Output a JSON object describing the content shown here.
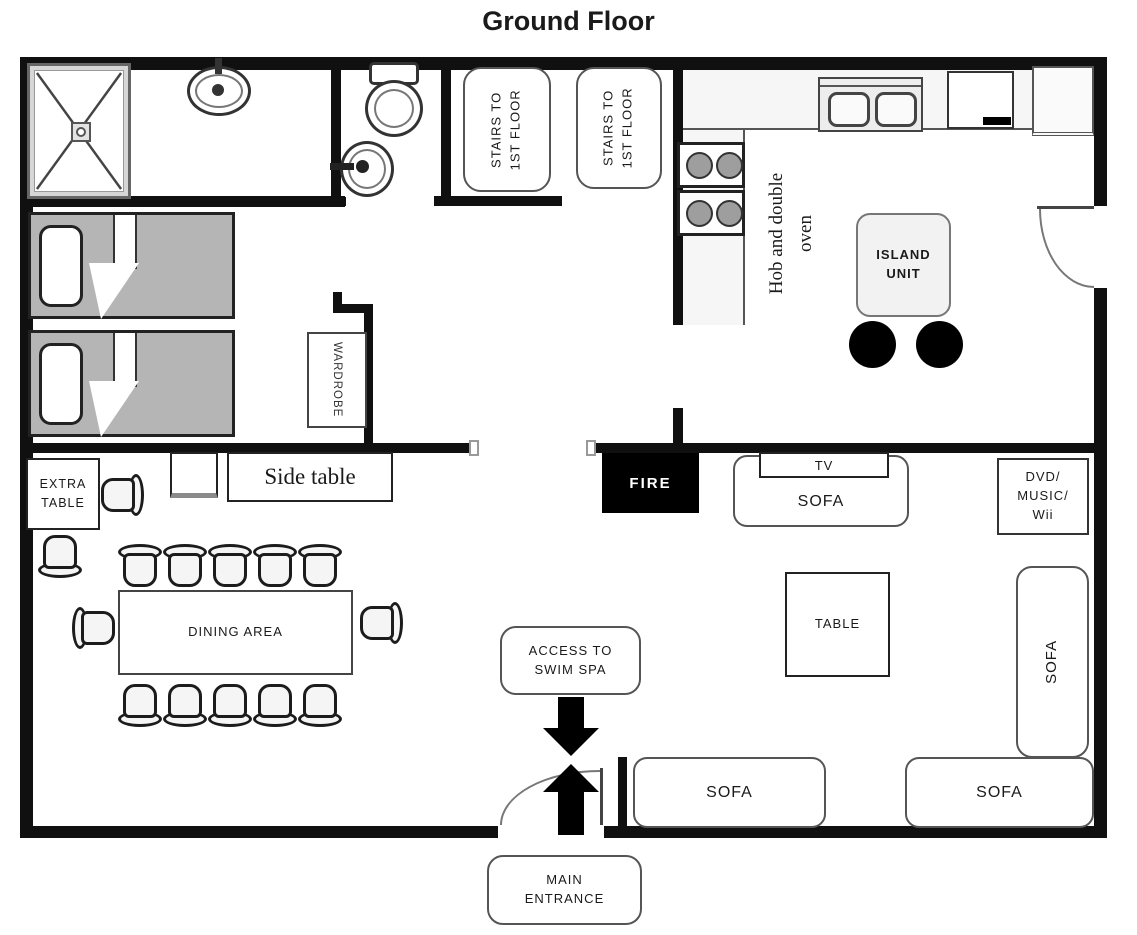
{
  "title": "Ground Floor",
  "stairs": {
    "line1": "STAIRS TO",
    "line2": "1ST FLOOR"
  },
  "kitchen": {
    "hob_line1": "Hob and double",
    "hob_line2": "oven",
    "island_line1": "ISLAND",
    "island_line2": "UNIT"
  },
  "living": {
    "fire": "FIRE",
    "tv": "TV",
    "sofa_main": "SOFA",
    "media_line1": "DVD/",
    "media_line2": "MUSIC/",
    "media_line3": "Wii",
    "table": "TABLE",
    "sofa_right": "SOFA",
    "sofa_bottom_left": "SOFA",
    "sofa_bottom_right": "SOFA"
  },
  "dining": {
    "area": "DINING AREA",
    "extra_line1": "EXTRA",
    "extra_line2": "TABLE",
    "side_table": "Side table"
  },
  "bedroom": {
    "wardrobe": "WARDROBE"
  },
  "entrance": {
    "swim_line1": "ACCESS TO",
    "swim_line2": "SWIM SPA",
    "main_line1": "MAIN",
    "main_line2": "ENTRANCE"
  },
  "colors": {
    "wall": "#101010",
    "bed_fill": "#b5b5b5",
    "fire_bg": "#000000",
    "fire_text": "#ffffff",
    "counter_fill": "#f6f6f6",
    "island_fill": "#f2f2f2"
  }
}
